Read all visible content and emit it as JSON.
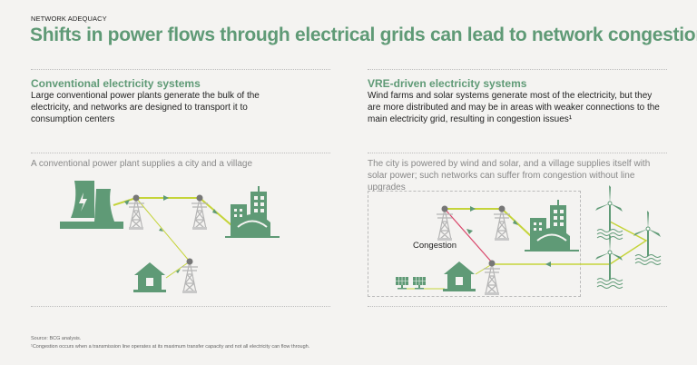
{
  "header": {
    "eyebrow": "NETWORK ADEQUACY",
    "title": "Shifts in power flows through electrical grids can lead to network congestion"
  },
  "left": {
    "heading": "Conventional electricity systems",
    "body": "Large conventional power plants generate the bulk of the electricity, and networks are designed to transport it to consumption centers",
    "caption": "A conventional power plant supplies a city and a village"
  },
  "right": {
    "heading": "VRE-driven electricity systems",
    "body": "Wind farms and solar systems generate most of the electricity, but they are more distributed and may be in areas with weaker connections to the main electricity grid, resulting in congestion issues¹",
    "caption": "The city is powered by wind and solar, and a village supplies itself with solar power; such networks can suffer from congestion without line upgrades",
    "congestion_label": "Congestion"
  },
  "footer": {
    "source": "Source: BCG analysis.",
    "note": "¹Congestion occurs when a transmission line operates at its maximum transfer capacity and not all electricity can flow through."
  },
  "colors": {
    "green": "#5f9a76",
    "line": "#c5d43a",
    "congestion": "#d9476b",
    "tower": "#b5b5b5"
  }
}
